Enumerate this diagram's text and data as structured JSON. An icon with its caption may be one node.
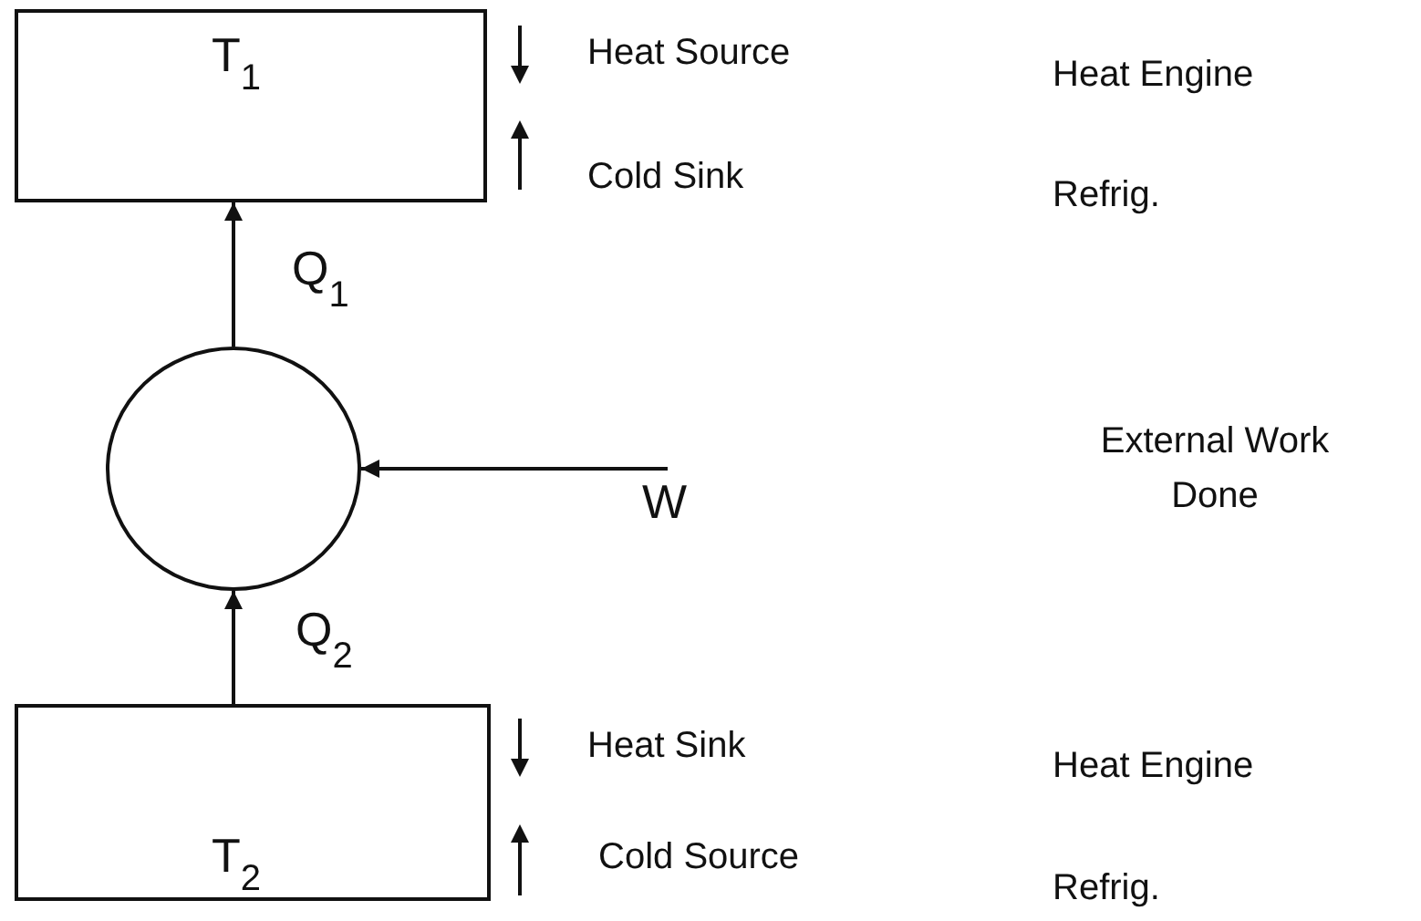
{
  "diagram": {
    "nodes": [
      {
        "text": [
          "T$_{1}$"
        ]
      },
      {
        "text": [],
        "shape": "circle"
      },
      {
        "text": [
          "W"
        ]
      },
      {
        "text": [
          "T$_{2}$"
        ]
      }
    ],
    "edges": [
      {
        "from": 1,
        "to": 0,
        "arrow": "to",
        "label": "Q$_{1}$"
      },
      {
        "from": 2,
        "to": 1,
        "arrow": "to"
      },
      {
        "from": 3,
        "to": 1,
        "arrow": "to",
        "label": "Q$_{2}$"
      }
    ],
    "labels": [
      "Heat Source",
      "Heat Engine",
      "Cold Sink",
      "Refrig.",
      "External Work Done",
      "Heat Sink",
      "Heat Engine",
      "Cold Source",
      "Refrig."
    ]
  }
}
